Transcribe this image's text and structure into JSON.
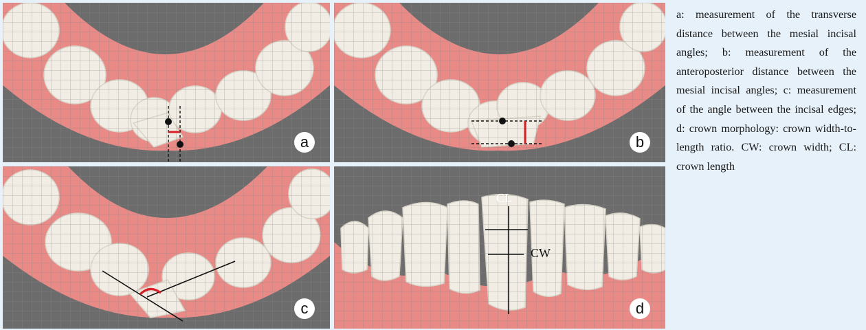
{
  "figure": {
    "panels": [
      {
        "letter": "a",
        "description_key": "transverse-distance"
      },
      {
        "letter": "b",
        "description_key": "anteroposterior-distance"
      },
      {
        "letter": "c",
        "description_key": "incisal-edge-angle"
      },
      {
        "letter": "d",
        "description_key": "crown-width-to-length"
      }
    ],
    "labels": {
      "cl": "CL",
      "cw": "CW"
    },
    "caption": "a: measurement of the transverse distance between the mesial incisal angles; b: measurement of the anteroposterior distance between the mesial incisal angles; c: measurement of the angle between the incisal edges; d: crown morphology: crown width-to-length ratio. CW: crown width; CL: crown length"
  },
  "colors": {
    "background": "#e7f1fa",
    "gum": "#e98a86",
    "tooth": "#f1ede4",
    "grid": "#7e7e7e",
    "measure_red": "#d61f26",
    "measure_black": "#111111"
  }
}
